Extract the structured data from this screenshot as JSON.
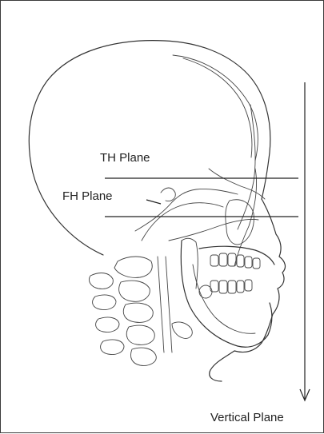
{
  "diagram": {
    "labels": {
      "th_plane": "TH Plane",
      "fh_plane": "FH Plane",
      "vertical_plane": "Vertical Plane"
    }
  }
}
